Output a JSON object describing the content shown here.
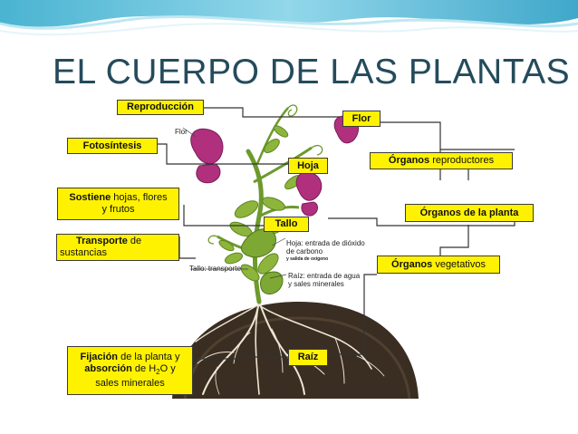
{
  "slide": {
    "title": "EL CUERPO DE LAS PLANTAS"
  },
  "boxes": {
    "reproduccion": "Reproducción",
    "fotosintesis": "Fotosíntesis",
    "sostiene_bold": "Sostiene",
    "sostiene_rest": " hojas, flores",
    "sostiene_line2": "y frutos",
    "transporte_bold": "Transporte",
    "transporte_rest": " de",
    "transporte_line2": "sustancias",
    "fijacion_bold": "Fijación",
    "fijacion_rest": " de la planta y",
    "absorcion_bold": "absorción",
    "absorcion_rest": " de H",
    "absorcion_sub": "2",
    "absorcion_tail": "O y",
    "fijacion_line3": "sales minerales",
    "flor": "Flor",
    "hoja": "Hoja",
    "tallo": "Tallo",
    "raiz": "Raíz",
    "organos_bold": "Órganos",
    "organos_rep_rest": " reproductores",
    "organos_planta": "Órganos de la planta",
    "organos_veg_rest": " vegetativos"
  },
  "labels": {
    "flor": "Flor",
    "hoja_1": "Hoja: entrada de dióxido",
    "hoja_2": "de carbono",
    "hoja_3": "y salida de oxígeno",
    "tallo": "Tallo: transporte",
    "raiz_1": "Raíz: entrada de agua",
    "raiz_2": "y sales minerales"
  },
  "colors": {
    "box_fill": "#fff200",
    "title": "#244b5c",
    "petal": "#b0307e",
    "leaf": "#8db53c",
    "soil": "#3a2e22"
  }
}
